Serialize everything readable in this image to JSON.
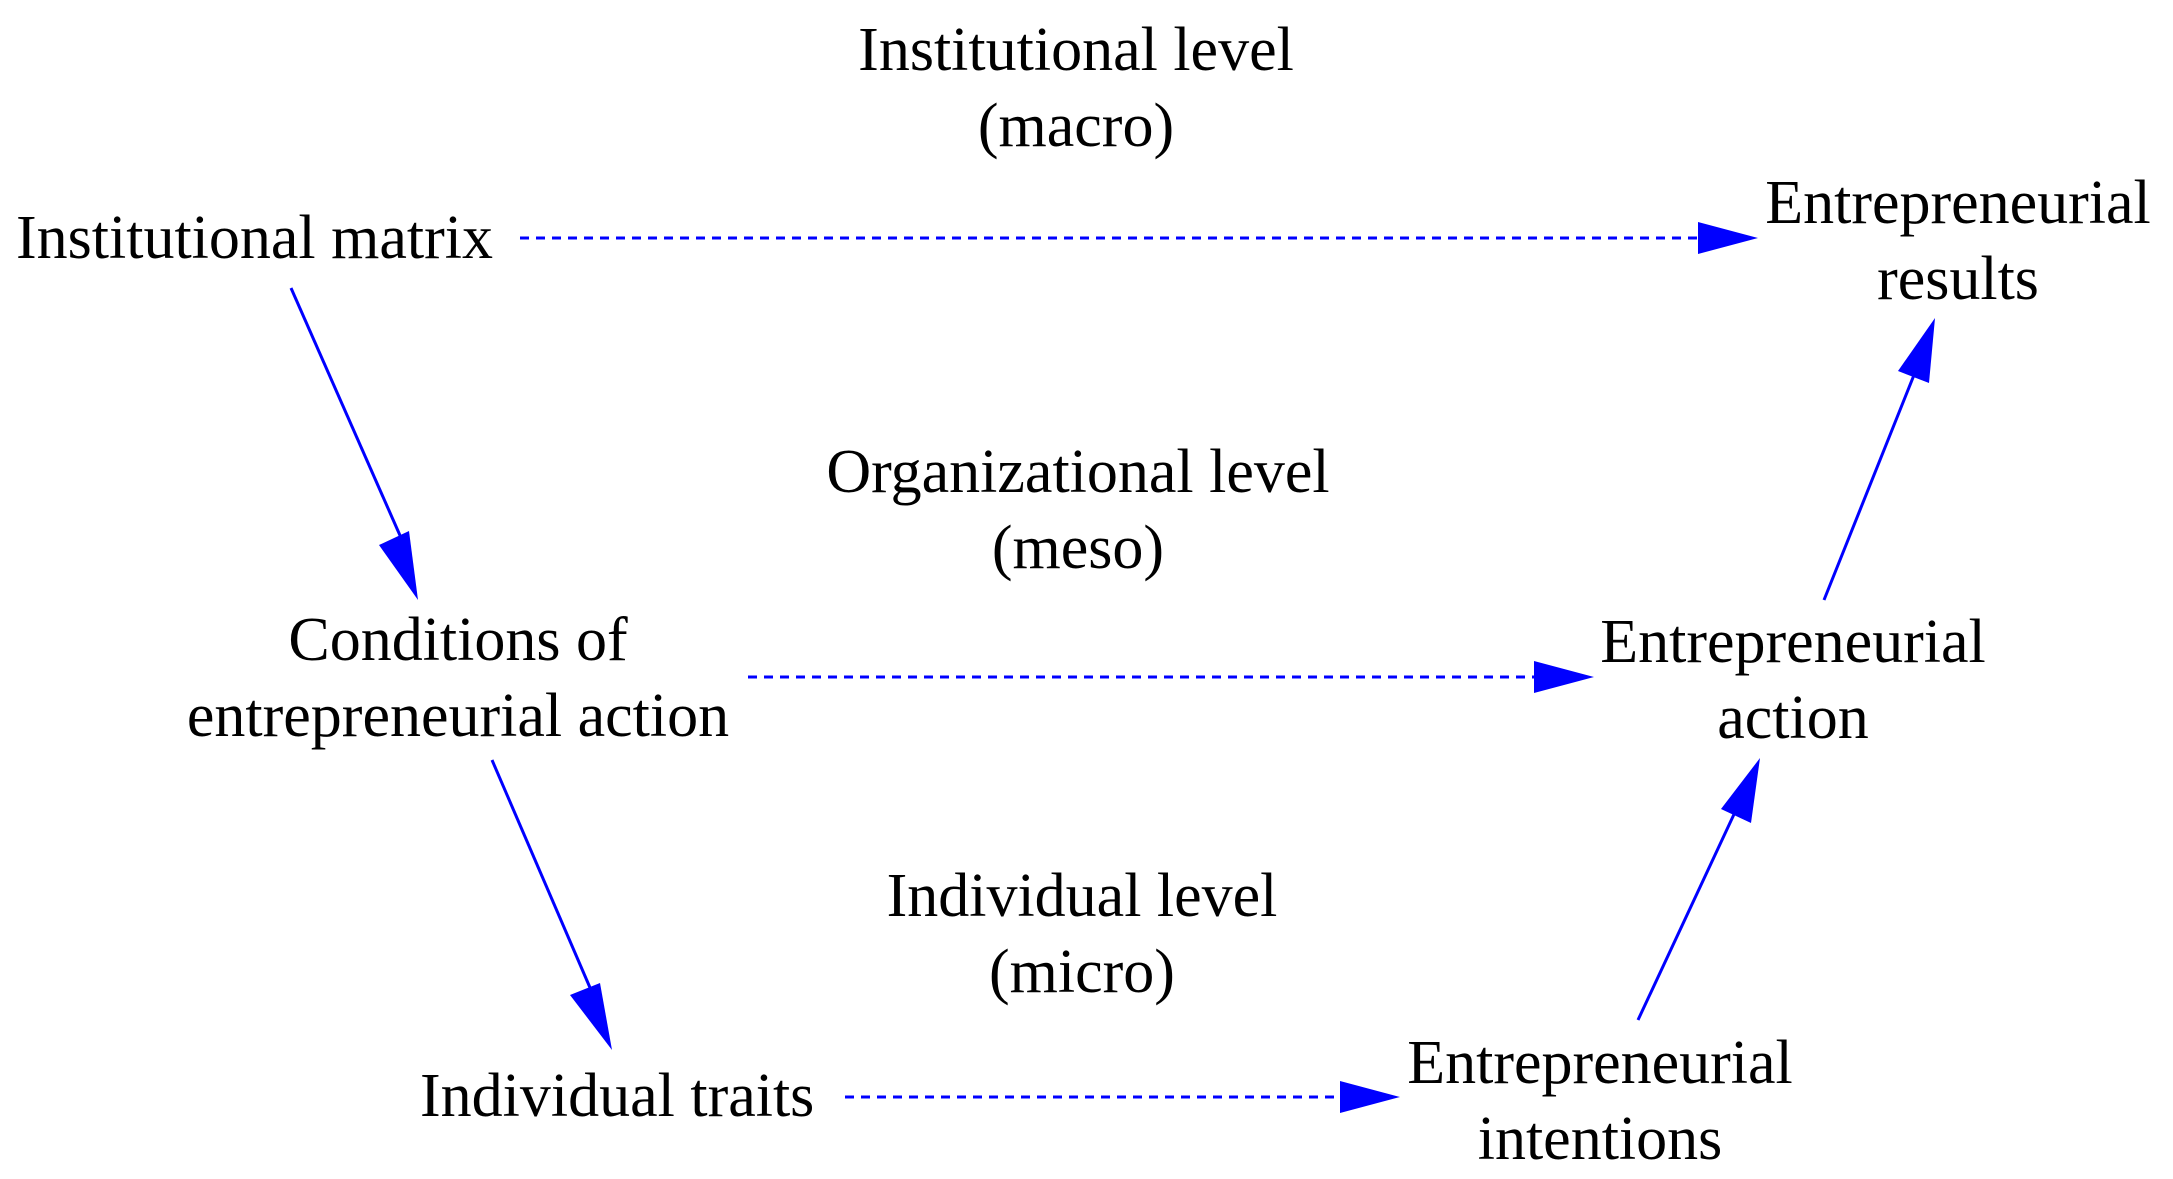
{
  "levels": {
    "macro": {
      "title": "Institutional level",
      "subtitle": "(macro)"
    },
    "meso": {
      "title": "Organizational level",
      "subtitle": "(meso)"
    },
    "micro": {
      "title": "Individual level",
      "subtitle": "(micro)"
    }
  },
  "nodes": {
    "institutional_matrix": {
      "line1": "Institutional matrix"
    },
    "conditions": {
      "line1": "Conditions of",
      "line2": "entrepreneurial action"
    },
    "individual_traits": {
      "line1": "Individual traits"
    },
    "results": {
      "line1": "Entrepreneurial",
      "line2": "results"
    },
    "action": {
      "line1": "Entrepreneurial",
      "line2": "action"
    },
    "intentions": {
      "line1": "Entrepreneurial",
      "line2": "intentions"
    }
  },
  "style": {
    "arrow_color": "#0000ff",
    "text_color": "#000000"
  },
  "edges": [
    {
      "from": "institutional_matrix",
      "to": "results",
      "style": "dashed"
    },
    {
      "from": "conditions",
      "to": "action",
      "style": "dashed"
    },
    {
      "from": "individual_traits",
      "to": "intentions",
      "style": "dashed"
    },
    {
      "from": "institutional_matrix",
      "to": "conditions",
      "style": "solid"
    },
    {
      "from": "conditions",
      "to": "individual_traits",
      "style": "solid"
    },
    {
      "from": "intentions",
      "to": "action",
      "style": "solid"
    },
    {
      "from": "action",
      "to": "results",
      "style": "solid"
    }
  ]
}
